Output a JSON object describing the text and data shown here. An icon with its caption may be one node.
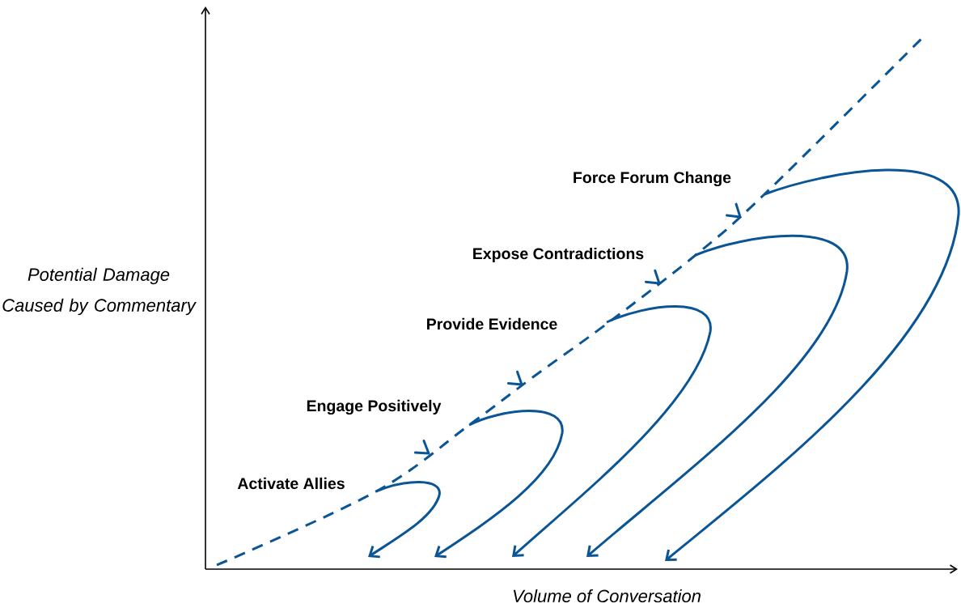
{
  "diagram": {
    "labels": [
      "Force Forum Change",
      "Expose Contradictions",
      "Potential Damage Caused by Commentary",
      "Provide Evidence",
      "Engage Positively",
      "Activate Allies",
      "Volume of Conversation"
    ]
  }
}
